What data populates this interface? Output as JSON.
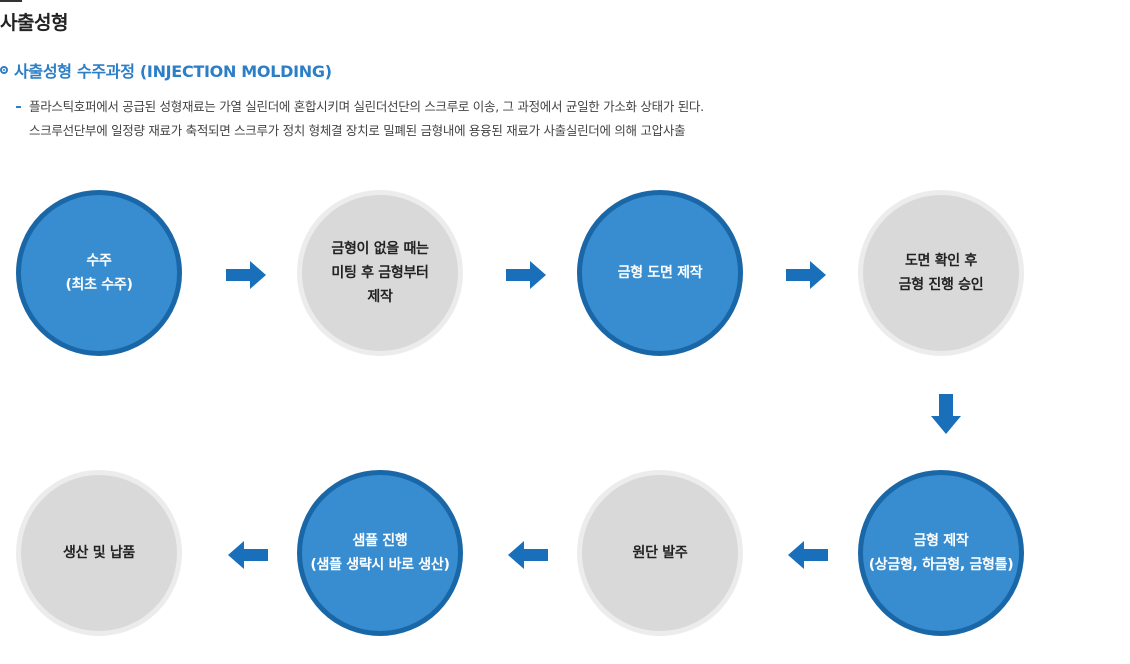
{
  "page_title": "사출성형",
  "section": {
    "title": "사출성형 수주과정 (INJECTION MOLDING)",
    "description": [
      "플라스틱호퍼에서 공급된 성형재료는 가열 실린더에 혼합시키며 실린더선단의 스크루로 이송, 그 과정에서 균일한 가소화 상태가 된다.",
      "스크루선단부에 일정량 재료가 축적되면 스크루가 정치 형체결 장치로 밀폐된 금형내에 용융된 재료가 사출실린더에 의해 고압사출"
    ]
  },
  "colors": {
    "accent": "#2c7fc6",
    "step_blue": "#378dd0",
    "step_blue_border": "#1a67a8",
    "step_gray": "#d9d9d9",
    "arrow": "#1a6fba"
  },
  "steps": [
    {
      "lines": [
        "수주",
        "(최초 수주)"
      ],
      "style": "blue"
    },
    {
      "lines": [
        "금형이 없을 때는",
        "미팅 후 금형부터",
        "제작"
      ],
      "style": "gray"
    },
    {
      "lines": [
        "금형 도면 제작"
      ],
      "style": "blue"
    },
    {
      "lines": [
        "도면 확인 후",
        "금형 진행 승인"
      ],
      "style": "gray"
    },
    {
      "lines": [
        "금형 제작",
        "(상금형, 하금형, 금형틀)"
      ],
      "style": "blue"
    },
    {
      "lines": [
        "원단 발주"
      ],
      "style": "gray"
    },
    {
      "lines": [
        "샘플 진행",
        "(샘플 생략시 바로 생산)"
      ],
      "style": "blue"
    },
    {
      "lines": [
        "생산 및 납품"
      ],
      "style": "gray"
    }
  ]
}
